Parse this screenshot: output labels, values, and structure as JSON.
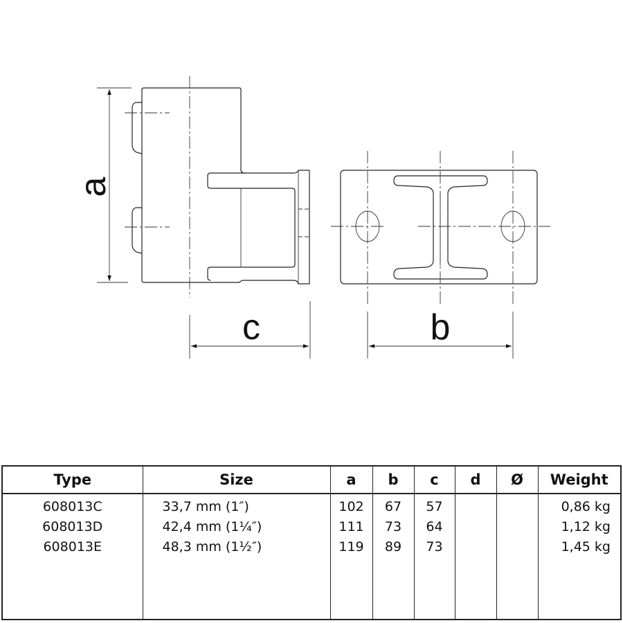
{
  "dimension_labels": {
    "a": "a",
    "b": "b",
    "c": "c"
  },
  "table": {
    "headers": [
      "Type",
      "Size",
      "a",
      "b",
      "c",
      "d",
      "Ø",
      "Weight"
    ],
    "rows": [
      {
        "type": "608013C",
        "size": "33,7 mm (1″)",
        "a": "102",
        "b": "67",
        "c": "57",
        "d": "",
        "o": "",
        "weight": "0,86 kg"
      },
      {
        "type": "608013D",
        "size": "42,4 mm (1¼″)",
        "a": "111",
        "b": "73",
        "c": "64",
        "d": "",
        "o": "",
        "weight": "1,12 kg"
      },
      {
        "type": "608013E",
        "size": "48,3 mm (1½″)",
        "a": "119",
        "b": "89",
        "c": "73",
        "d": "",
        "o": "",
        "weight": "1,45 kg"
      }
    ]
  }
}
